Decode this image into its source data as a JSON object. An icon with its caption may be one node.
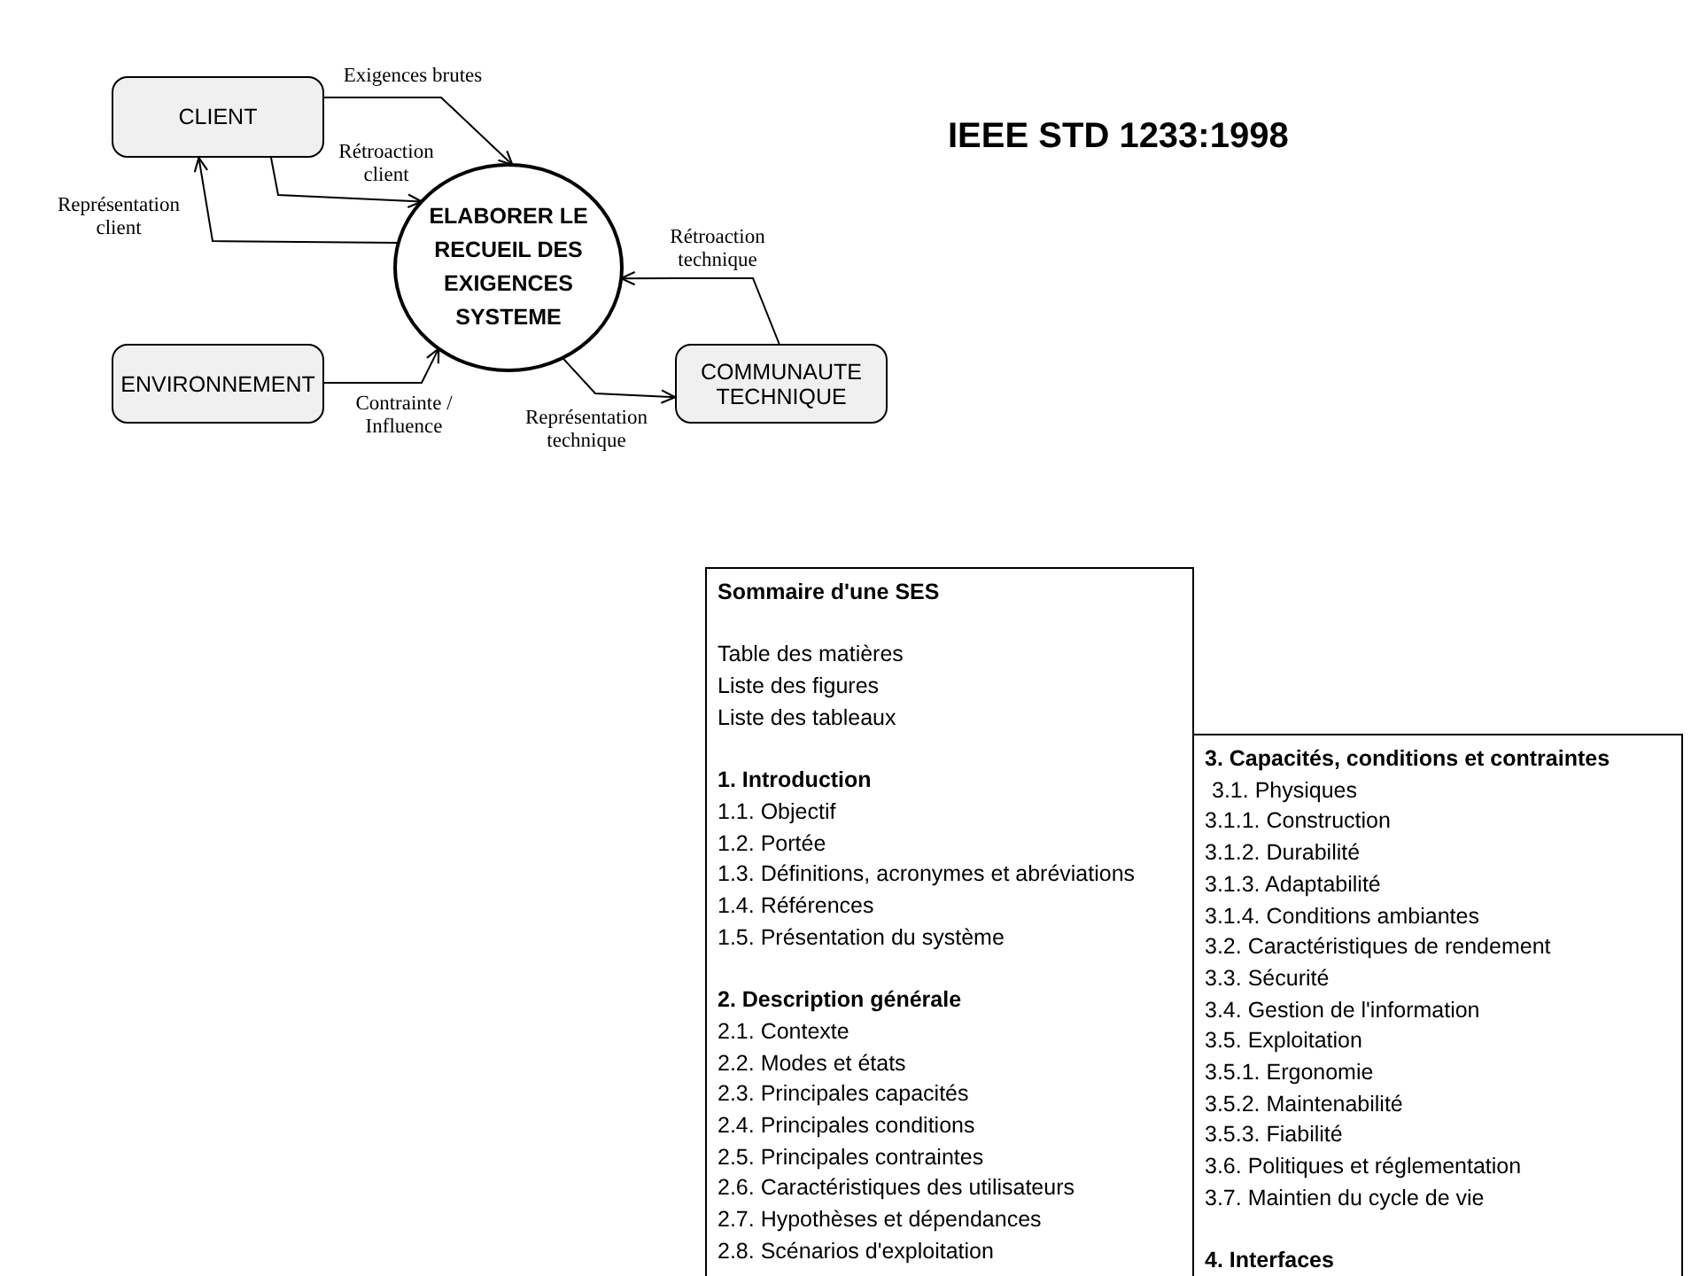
{
  "diagram": {
    "title": "IEEE STD 1233:1998",
    "nodes": [
      {
        "text": [
          "CLIENT"
        ]
      },
      {
        "text": [
          "ELABORER LE RECUEIL DES EXIGENCES SYSTEME"
        ]
      },
      {
        "text": [
          "ENVIRONNEMENT"
        ]
      },
      {
        "text": [
          "COMMUNAUTE TECHNIQUE"
        ]
      },
      {
        "text": [
          "Sommaire d'une SES",
          "Table des matières",
          "Liste des figures",
          "Liste des tableaux",
          "1. Introduction",
          "1.1. Objectif",
          "1.2. Portée",
          "1.3. Définitions, acronymes et abréviations",
          "1.4. Références",
          "1.5. Présentation du système",
          "2. Description générale",
          "2.1. Contexte",
          "2.2. Modes et états",
          "2.3. Principales capacités",
          "2.4. Principales conditions",
          "2.5. Principales contraintes",
          "2.6. Caractéristiques des utilisateurs",
          "2.7. Hypothèses et dépendances",
          "2.8. Scénarios d'exploitation"
        ]
      },
      {
        "text": [
          "3. Capacités, conditions et contraintes",
          "3.1. Physiques",
          "3.1.1. Construction",
          "3.1.2. Durabilité",
          "3.1.3. Adaptabilité",
          "3.1.4. Conditions ambiantes",
          "3.2. Caractéristiques de rendement",
          "3.3. Sécurité",
          "3.4. Gestion de l'information",
          "3.5. Exploitation",
          "3.5.1. Ergonomie",
          "3.5.2. Maintenabilité",
          "3.5.3. Fiabilité",
          "3.6. Politiques et réglementation",
          "3.7. Maintien du cycle de vie",
          "4. Interfaces"
        ]
      }
    ],
    "edges": [
      {
        "from": 0,
        "to": 1,
        "arrow": "to",
        "label": "Exigences brutes"
      },
      {
        "from": 0,
        "to": 1,
        "arrow": "to",
        "label": "Rétroaction client"
      },
      {
        "from": 1,
        "to": 0,
        "arrow": "to",
        "label": "Représentation client"
      },
      {
        "from": 2,
        "to": 1,
        "arrow": "to",
        "label": "Contrainte / Influence"
      },
      {
        "from": 1,
        "to": 3,
        "arrow": "to",
        "label": "Représentation technique"
      },
      {
        "from": 3,
        "to": 1,
        "arrow": "to",
        "label": "Rétroaction technique"
      }
    ]
  }
}
